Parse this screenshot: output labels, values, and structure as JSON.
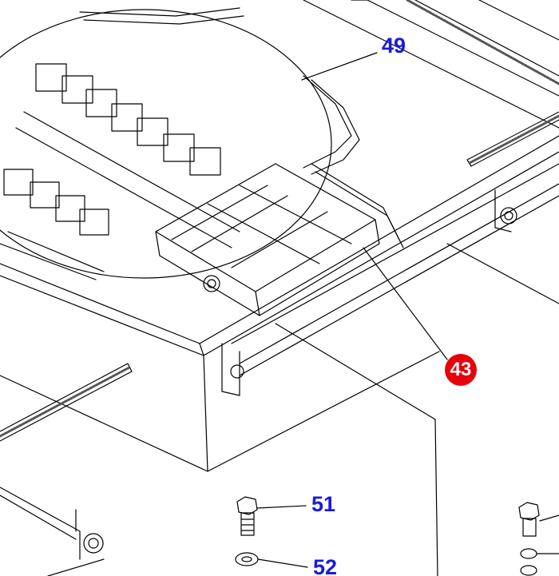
{
  "diagram": {
    "type": "exploded-parts-drawing",
    "colors": {
      "line": "#000000",
      "callout_blue": "#1a1ae0",
      "callout_highlight_bg": "#e8000b",
      "callout_highlight_text": "#ffffff"
    },
    "callouts": {
      "c49": "49",
      "c43": "43",
      "c51": "51",
      "c52": "52"
    }
  }
}
